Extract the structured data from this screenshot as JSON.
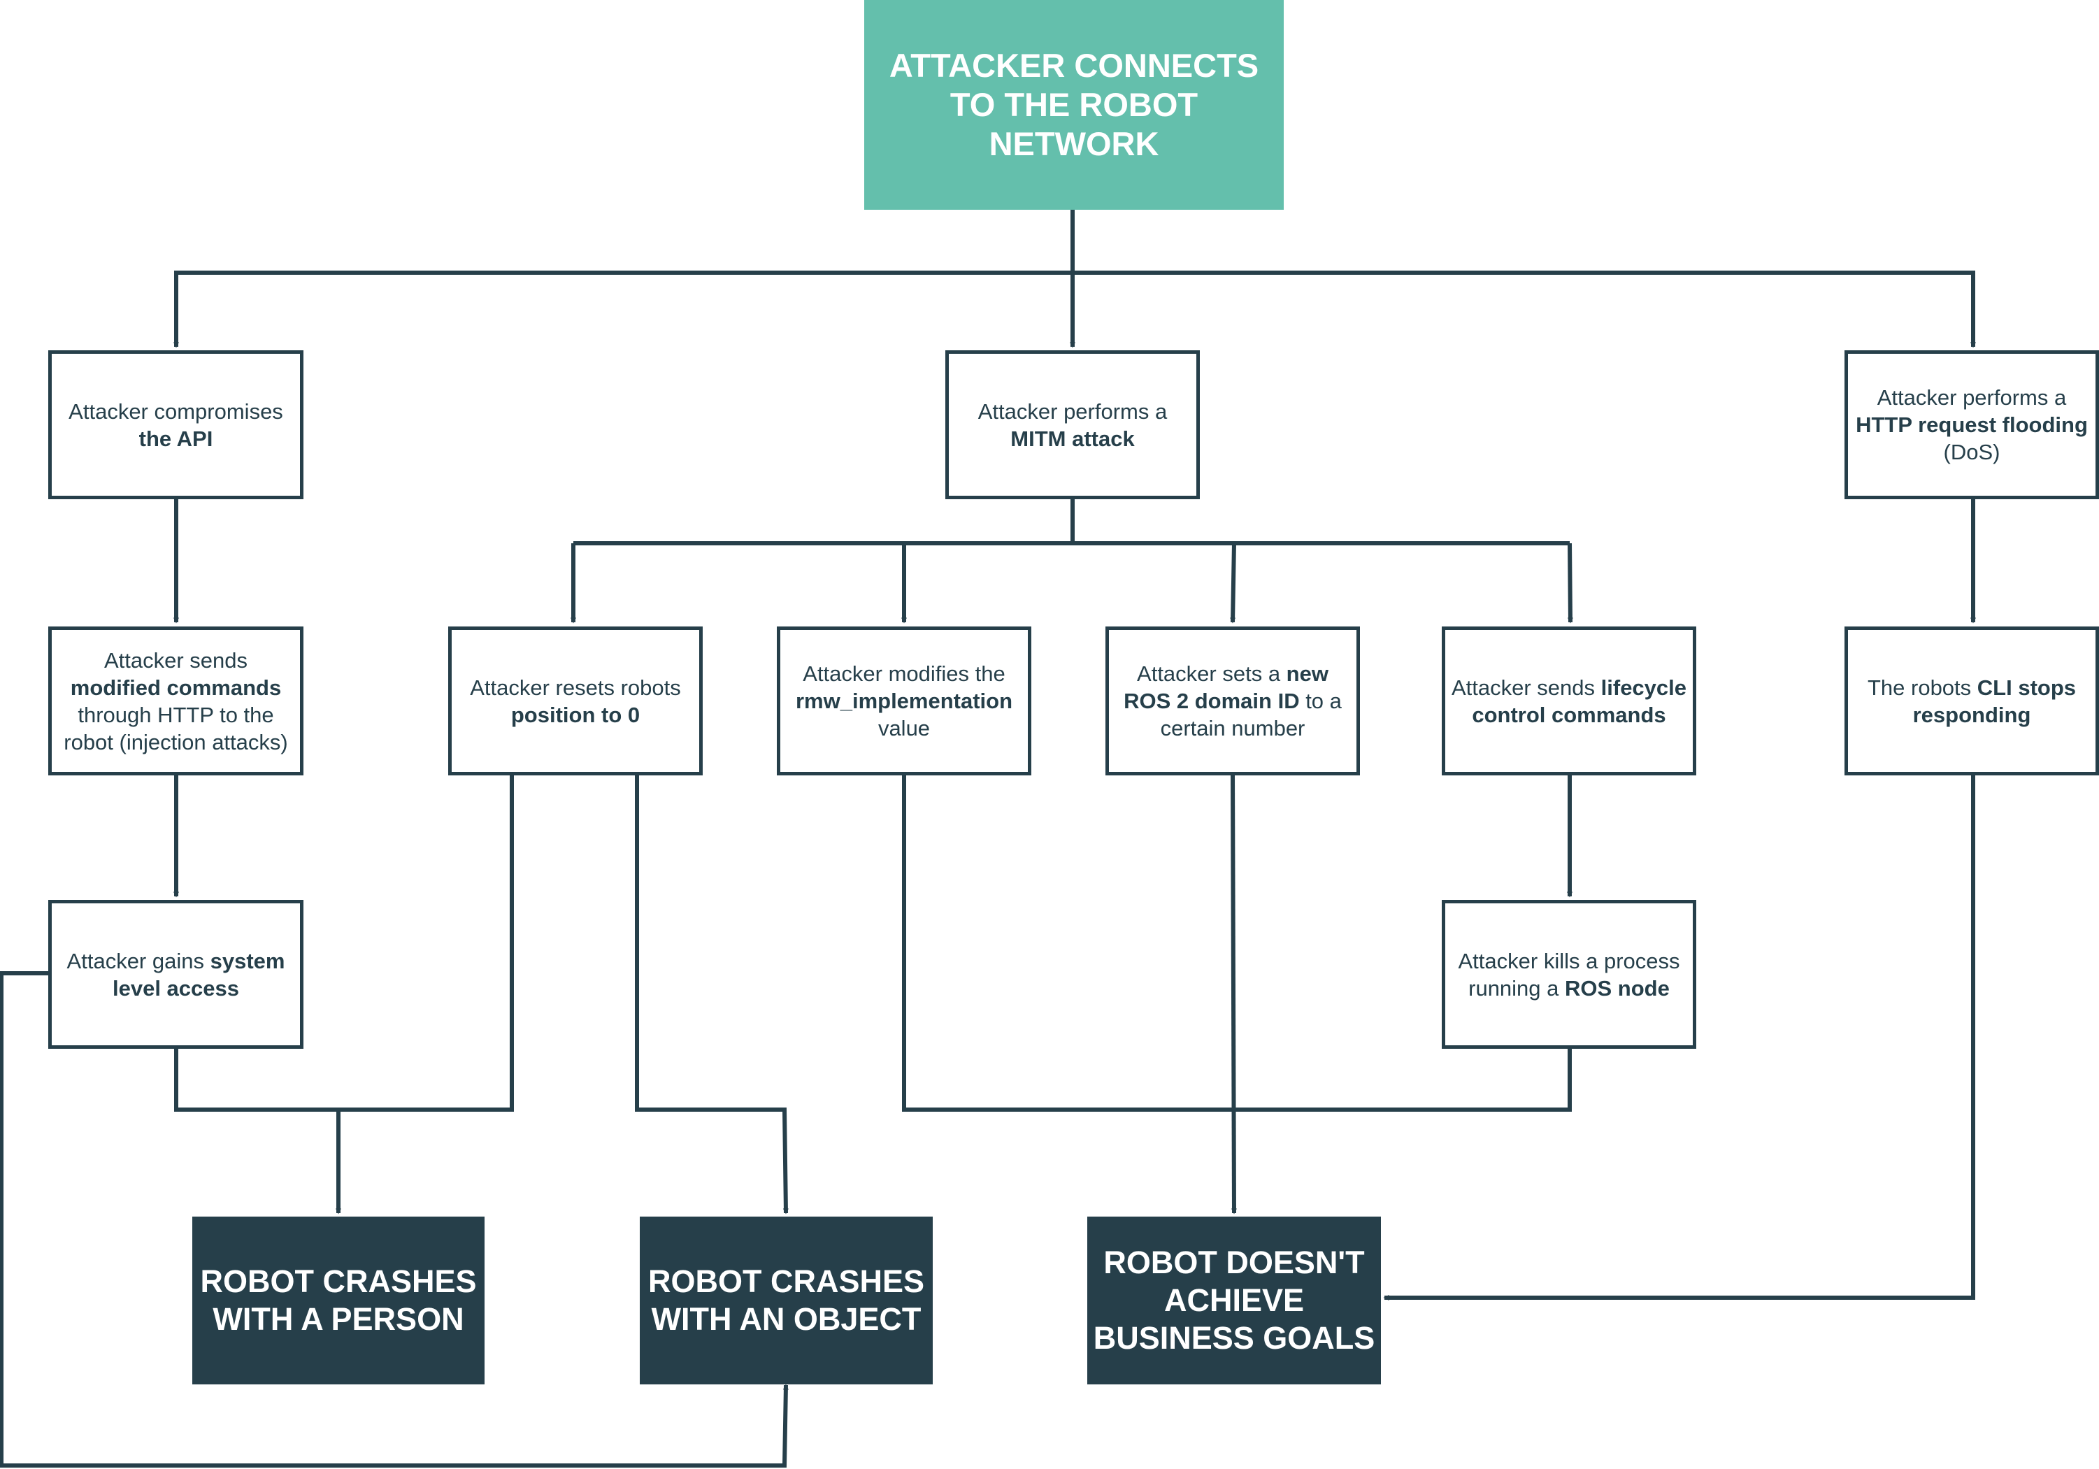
{
  "colors": {
    "stroke": "#263f4a",
    "root_fill": "#64bfac",
    "outcome_fill": "#263f4a",
    "text_light": "#ffffff"
  },
  "root": {
    "label": "ATTACKER CONNECTS\nTO THE ROBOT\nNETWORK"
  },
  "api_branch": {
    "compromise": {
      "t1": "Attacker compromises ",
      "b1": "the API"
    },
    "send_commands": {
      "t1": "Attacker sends ",
      "b1": "modified commands",
      "t2": " through HTTP to the robot (injection attacks)"
    },
    "system_access": {
      "t1": "Attacker gains ",
      "b1": "system level access"
    }
  },
  "mitm_branch": {
    "mitm": {
      "t1": "Attacker performs a ",
      "b1": "MITM attack"
    },
    "reset_position": {
      "t1": "Attacker resets robots ",
      "b1": "position to 0"
    },
    "modify_rmw": {
      "t1": "Attacker modifies the ",
      "b1": "rmw_implementation",
      "t2": " value"
    },
    "domain_id": {
      "t1": "Attacker sets a ",
      "b1": "new ROS 2 domain ID",
      "t2": " to a certain number"
    },
    "lifecycle": {
      "t1": "Attacker sends ",
      "b1": "lifecycle control commands"
    },
    "kill_process": {
      "t1": "Attacker kills a process running a ",
      "b1": "ROS node"
    }
  },
  "dos_branch": {
    "flooding": {
      "t1": "Attacker performs a ",
      "b1": "HTTP request flooding",
      "t2": " (DoS)"
    },
    "cli": {
      "t1": "The robots ",
      "b1": "CLI stops responding"
    }
  },
  "outcomes": {
    "crash_person": "ROBOT CRASHES\nWITH A PERSON",
    "crash_object": "ROBOT CRASHES\nWITH AN OBJECT",
    "business_goals": "ROBOT DOESN'T\nACHIEVE\nBUSINESS GOALS"
  }
}
